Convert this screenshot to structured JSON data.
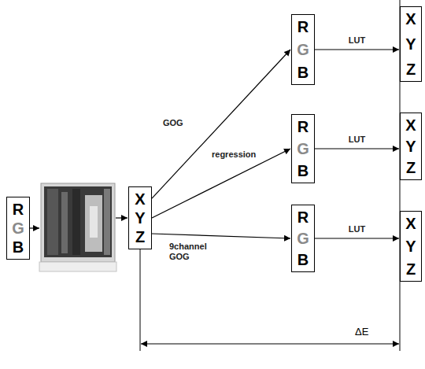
{
  "diagram": {
    "nodes": [
      {
        "text": [
          "R",
          "G",
          "B"
        ]
      },
      {
        "text": [
          "X",
          "Y",
          "Z"
        ]
      },
      {
        "text": [
          "R",
          "G",
          "B"
        ]
      },
      {
        "text": [
          "R",
          "G",
          "B"
        ]
      },
      {
        "text": [
          "R",
          "G",
          "B"
        ]
      },
      {
        "text": [
          "X",
          "Y",
          "Z"
        ]
      },
      {
        "text": [
          "X",
          "Y",
          "Z"
        ]
      },
      {
        "text": [
          "X",
          "Y",
          "Z"
        ]
      }
    ],
    "edges": [
      {
        "from": 1,
        "to": 2,
        "arrow": "to",
        "label": "GOG"
      },
      {
        "from": 1,
        "to": 3,
        "arrow": "to",
        "label": "regression"
      },
      {
        "from": 1,
        "to": 4,
        "arrow": "to",
        "label": "9channel GOG"
      },
      {
        "from": 2,
        "to": 5,
        "arrow": "to",
        "label": "LUT"
      },
      {
        "from": 3,
        "to": 6,
        "arrow": "to",
        "label": "LUT"
      },
      {
        "from": 4,
        "to": 7,
        "arrow": "to",
        "label": "LUT"
      }
    ],
    "labels": [
      "ΔE"
    ]
  }
}
